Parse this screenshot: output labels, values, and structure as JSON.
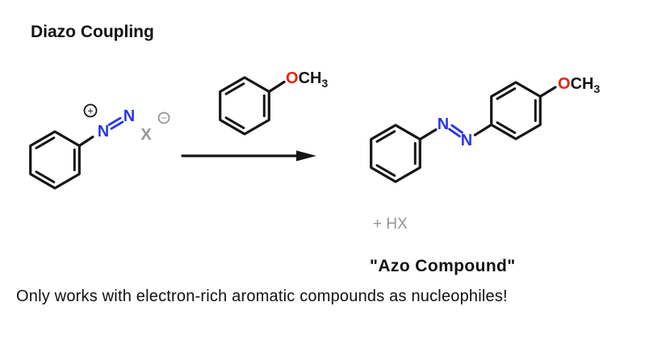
{
  "title": "Diazo Coupling",
  "caption": "Only works with electron-rich aromatic compounds as nucleophiles!",
  "colors": {
    "nitrogen_blue": "#2837e6",
    "oxygen_red": "#eb230f",
    "muted_gray": "#969696",
    "bond_black": "#161616"
  },
  "scheme": {
    "diazonium": {
      "n1": "N",
      "n2": "N",
      "plus_charge": "+",
      "counterion": "X",
      "minus_charge": "−"
    },
    "anisole": {
      "oxygen": "O",
      "ch": "CH",
      "subscript": "3"
    },
    "product": {
      "n1": "N",
      "n2": "N",
      "oxygen": "O",
      "ch": "CH",
      "subscript": "3"
    },
    "byproduct": "+ HX",
    "product_label": "\"Azo Compound\""
  }
}
